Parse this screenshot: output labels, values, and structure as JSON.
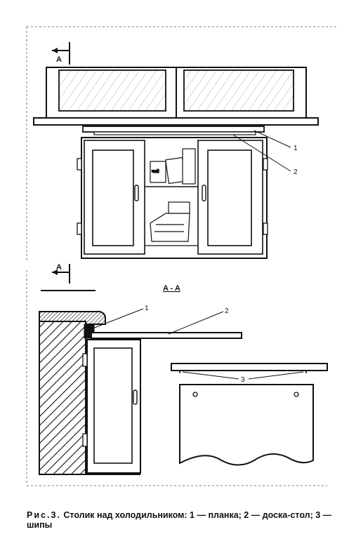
{
  "figure": {
    "section_marks": {
      "top": "A",
      "bottom": "A",
      "title": "A - A"
    },
    "callouts": {
      "upper": [
        "1",
        "2"
      ],
      "side": [
        "1",
        "2"
      ],
      "detail": "3"
    },
    "caption": {
      "lead": "Рис.3.",
      "text": " Столик над холодильником: 1 — планка; 2 — доска-стол; 3 — шипы"
    }
  }
}
